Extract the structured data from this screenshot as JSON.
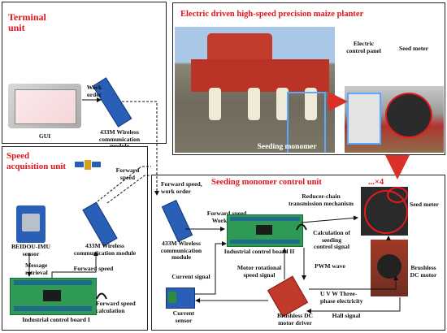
{
  "panels": {
    "terminal": {
      "title_line1": "Terminal",
      "title_line2": "unit"
    },
    "planter": {
      "title": "Electric driven high-speed precision maize planter"
    },
    "speed": {
      "title_line1": "Speed",
      "title_line2": "acquisition unit"
    },
    "seeding": {
      "title": "Seeding monomer control unit",
      "multiplier": "...×4"
    }
  },
  "labels": {
    "gui": "GUI",
    "work_order_1": "Work\norder",
    "wireless_module_1": "433M Wireless\ncommunication\nmodule",
    "work_order_2": "Work\norder",
    "electric_control_panel": "Electric\ncontrol panel",
    "seed_meter_top": "Seed meter",
    "seeding_monomer": "Seeding monomer",
    "forward_speed_1": "Forward\nspeed",
    "beidou_imu": "BEIDOU-IMU\nsensor",
    "wireless_module_2": "433M Wireless\ncommunication module",
    "message_retrieval": "Message\nretrieval",
    "forward_speed_2": "Forward speed",
    "forward_speed_calc": "Forward speed\ncalculation",
    "industrial_board_1": "Industrial control board I",
    "forward_speed_work_order_1": "Forward speed,\nwork order",
    "forward_speed_work_order_2": "Forward speed,\nWork order",
    "wireless_module_3": "433M Wireless\ncommunication\nmodule",
    "industrial_board_2": "Industrial control board II",
    "reducer_chain": "Reducer-chain\ntransmission mechanism",
    "seed_meter_bottom": "Seed meter",
    "calc_seeding_signal": "Calculation of\nseeding\ncontrol signal",
    "motor_speed_signal": "Motor rotational\nspeed signal",
    "pwm_wave": "PWM wave",
    "brushless_motor": "Brushless\nDC motor",
    "current_signal": "Current signal",
    "uvw": "U V W Three-\nphase electricity",
    "hall_signal": "Hall signal",
    "current_sensor": "Current\nsensor",
    "motor_driver": "Brushless DC\nmotor driver"
  },
  "colors": {
    "title_red": "#e0141c",
    "arrow_red": "#d9302a",
    "board_green": "#2f9a55",
    "module_blue": "#2a5fb8",
    "highlight_blue": "#5aa9ff"
  }
}
